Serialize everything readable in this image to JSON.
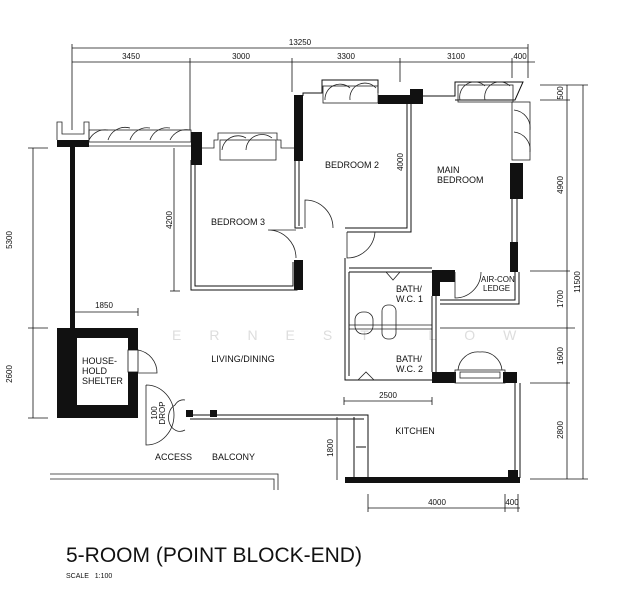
{
  "title": "5-ROOM (POINT BLOCK-END)",
  "scale": "SCALE   1:100",
  "watermark": "ERNEST LOW",
  "rooms": {
    "bedroom3": "BEDROOM 3",
    "bedroom2": "BEDROOM 2",
    "main_bedroom_1": "MAIN",
    "main_bedroom_2": "BEDROOM",
    "bath1_1": "BATH/",
    "bath1_2": "W.C. 1",
    "bath2_1": "BATH/",
    "bath2_2": "W.C. 2",
    "aircon_1": "AIR-CON",
    "aircon_2": "LEDGE",
    "living": "LIVING/DINING",
    "shelter_1": "HOUSE-",
    "shelter_2": "HOLD",
    "shelter_3": "SHELTER",
    "drop_1": "100",
    "drop_2": "DROP",
    "kitchen": "KITCHEN",
    "access": "ACCESS",
    "balcony": "BALCONY"
  },
  "dimensions": {
    "overall_width": "13250",
    "top": [
      "3450",
      "3000",
      "3300",
      "3100",
      "400"
    ],
    "left": [
      "5300",
      "2600"
    ],
    "bedroom3_depth": "4200",
    "bedroom2_depth": "4000",
    "shelter_width": "1850",
    "bath_width": "2500",
    "kitchen_side": "1800",
    "bottom": [
      "4000",
      "400"
    ],
    "right": [
      "500",
      "4900",
      "1700",
      "1600",
      "2800"
    ],
    "overall_height": "11500"
  }
}
